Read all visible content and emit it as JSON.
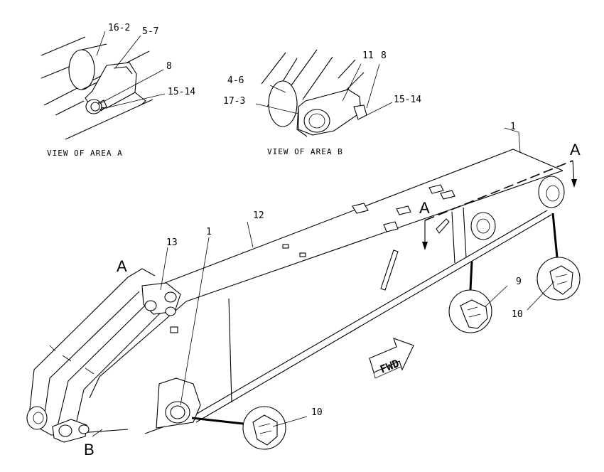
{
  "callouts": {
    "a_16_2": "16-2",
    "a_5_7": "5-7",
    "a_8": "8",
    "a_15_14": "15-14",
    "b_4_6": "4-6",
    "b_11": "11",
    "b_8": "8",
    "b_17_3": "17-3",
    "b_15_14": "15-14",
    "m_1_top": "1",
    "m_12": "12",
    "m_13": "13",
    "m_1_left": "1",
    "m_9": "9",
    "m_10_right": "10",
    "m_10_bottom": "10"
  },
  "captions": {
    "view_a": "VIEW OF AREA A",
    "view_b": "VIEW OF AREA B"
  },
  "markers": {
    "a_top_right": "A",
    "a_mid": "A",
    "a_left": "A",
    "b_left": "B"
  },
  "fwd_label": "FWD"
}
